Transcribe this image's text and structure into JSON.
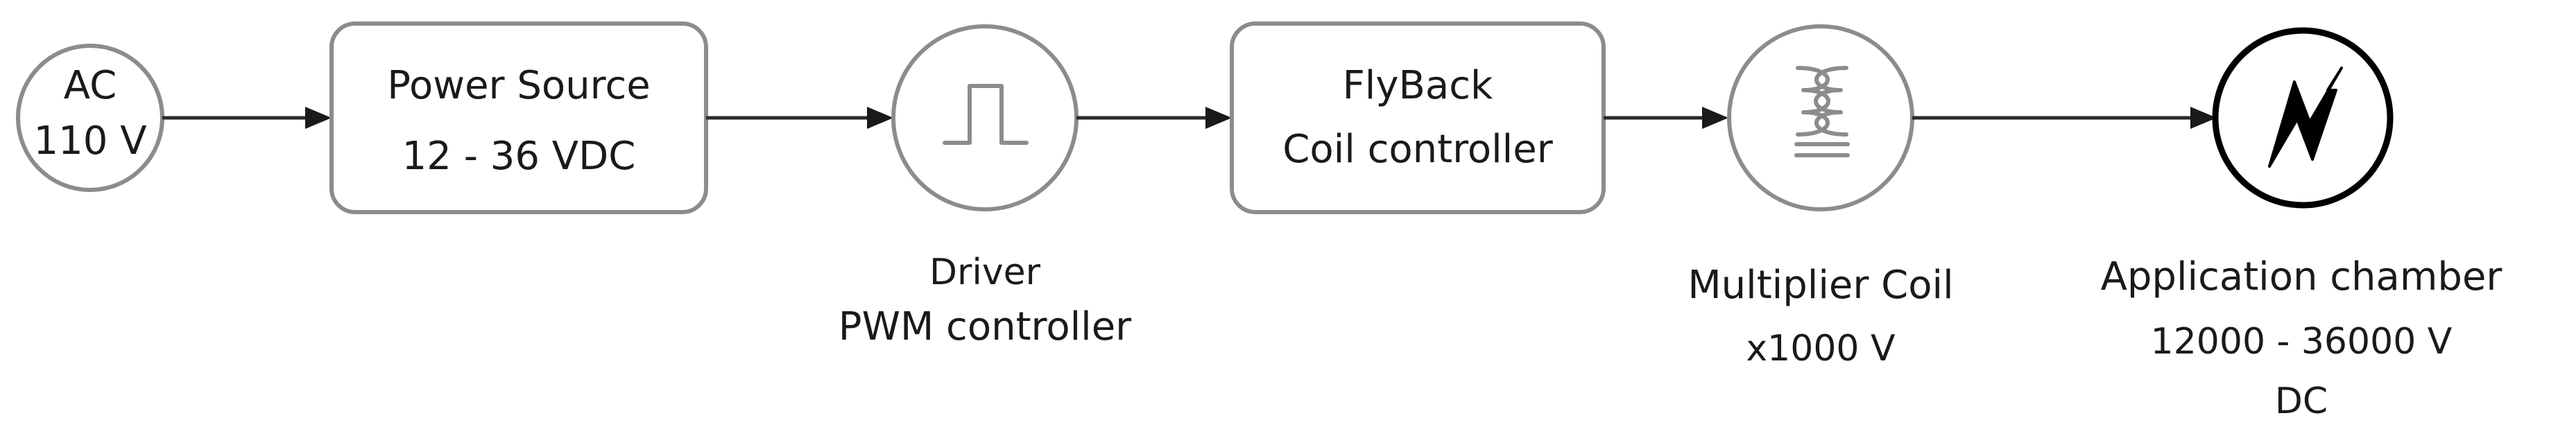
{
  "nodes": {
    "ac": {
      "line1": "AC",
      "line2": "110 V"
    },
    "power_source": {
      "line1": "Power Source",
      "line2": "12 - 36 VDC"
    },
    "driver": {
      "line1": "Driver",
      "line2": "PWM controller"
    },
    "flyback": {
      "line1": "FlyBack",
      "line2": "Coil controller"
    },
    "multiplier": {
      "line1": "Multiplier Coil",
      "line2": "x1000 V"
    },
    "application": {
      "line1": "Application chamber",
      "line2": "12000 - 36000 V",
      "line3": "DC"
    }
  },
  "icons": {
    "driver": "pulse-waveform-icon",
    "multiplier": "coil-transformer-icon",
    "application": "lightning-bolt-icon"
  },
  "colors": {
    "node_outline": "#8c8c8c",
    "application_outline": "#000000",
    "connector": "#2a2a2a"
  }
}
